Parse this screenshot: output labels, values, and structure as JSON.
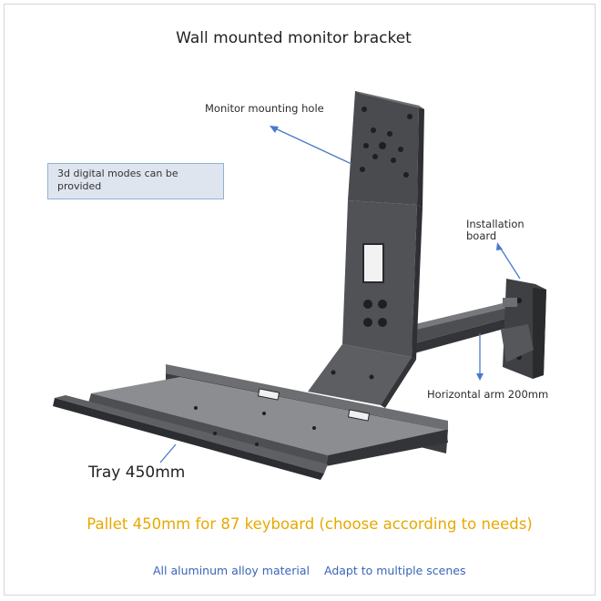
{
  "title": "Wall mounted monitor bracket",
  "labels": {
    "monitor_hole": "Monitor mounting hole",
    "installation_board": "Installation\nboard",
    "horizontal_arm": "Horizontal arm 200mm",
    "tray": "Tray 450mm"
  },
  "info_box": "3d digital modes can be provided",
  "pallet_note": "Pallet 450mm for 87 keyboard (choose according to needs)",
  "features": [
    "All aluminum alloy material",
    "Adapt to multiple scenes"
  ],
  "colors": {
    "accent_yellow": "#e8a800",
    "link_blue": "#3a64b8",
    "arrow_blue": "#4a79c8",
    "metal_dark": "#3d3e40",
    "metal_mid": "#57595c",
    "metal_light": "#7a7c80"
  }
}
